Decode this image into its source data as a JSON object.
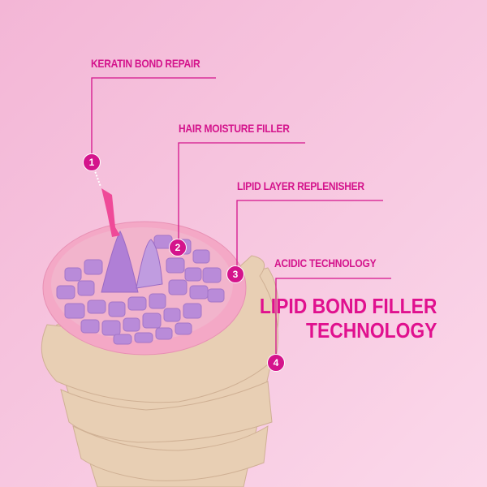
{
  "callouts": [
    {
      "number": "1",
      "label": "KERATIN BOND REPAIR"
    },
    {
      "number": "2",
      "label": "HAIR MOISTURE FILLER"
    },
    {
      "number": "3",
      "label": "LIPID LAYER REPLENISHER"
    },
    {
      "number": "4",
      "label": "ACIDIC TECHNOLOGY"
    }
  ],
  "headline": {
    "line1": "LIPID BOND FILLER",
    "line2": "TECHNOLOGY"
  },
  "colors": {
    "accent": "#d4148c",
    "background": "#f5c2de",
    "cuticle": "#ead2b8",
    "cells": "#b88ad8"
  }
}
